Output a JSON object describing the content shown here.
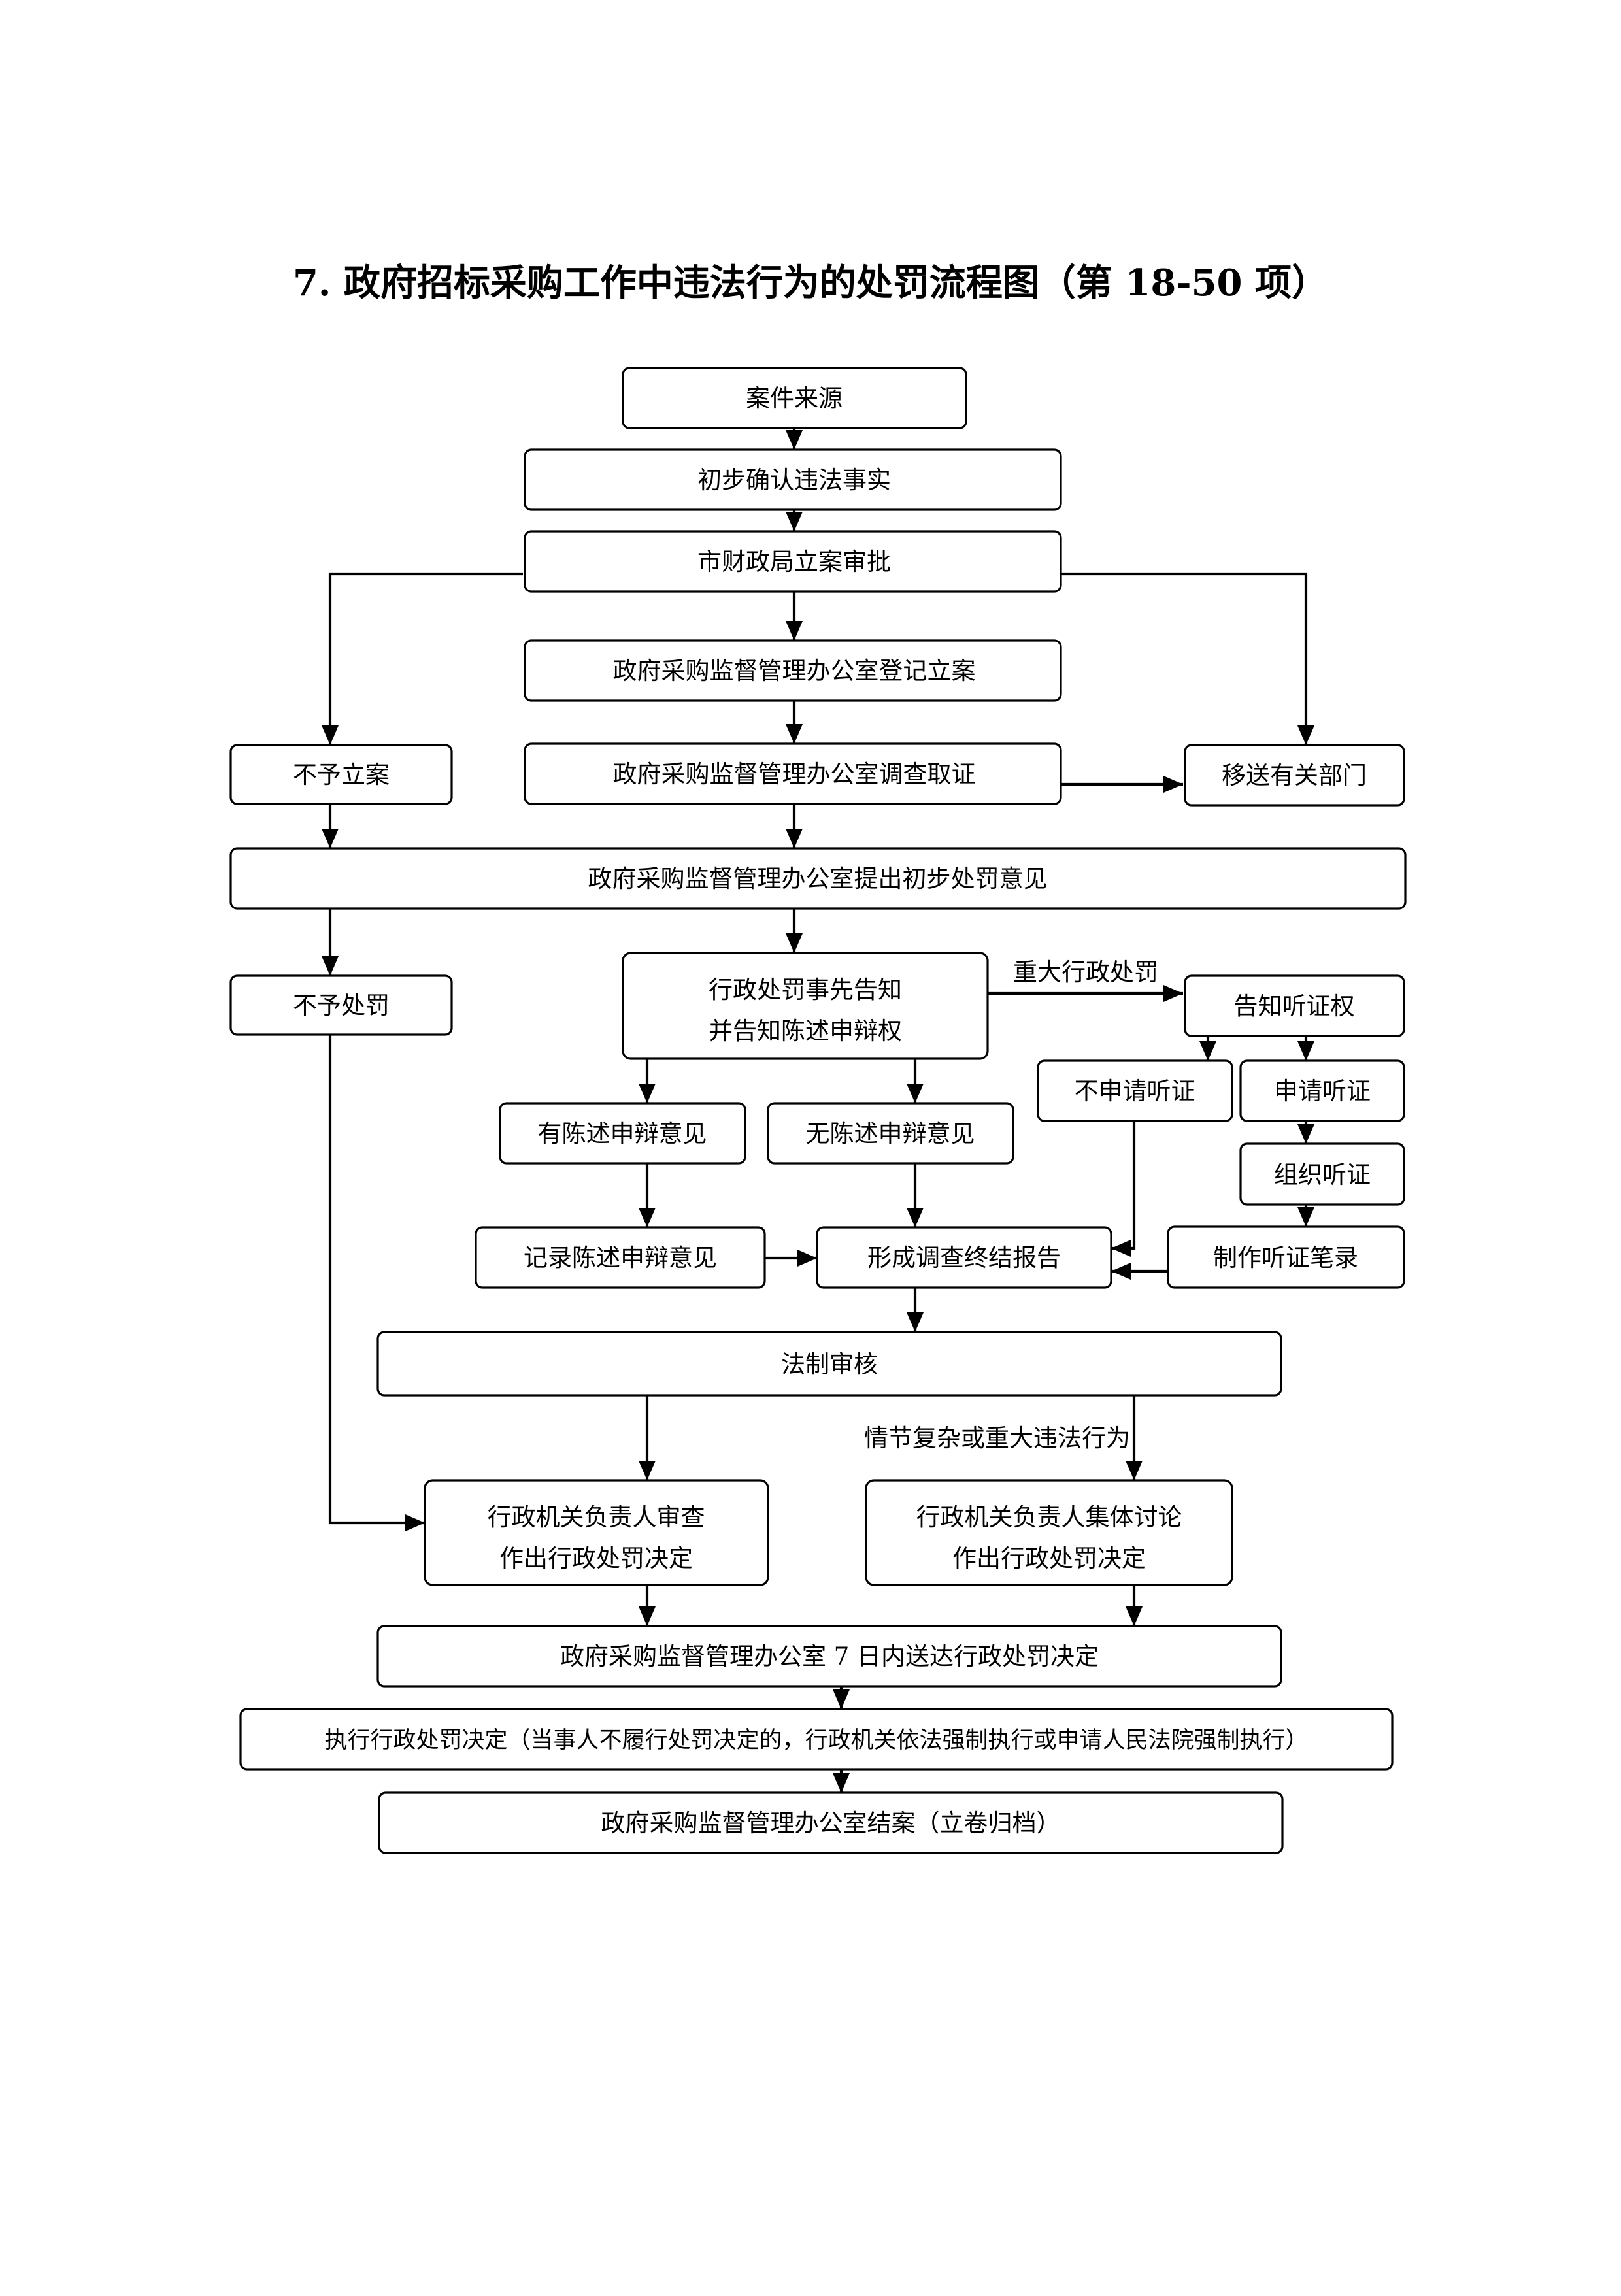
{
  "title": "7. 政府招标采购工作中违法行为的处罚流程图（第 18-50 项）",
  "nodes": {
    "case_source": "案件来源",
    "confirm_facts": "初步确认违法事实",
    "bureau_approval": "市财政局立案审批",
    "register_case": "政府采购监督管理办公室登记立案",
    "no_case": "不予立案",
    "investigate": "政府采购监督管理办公室调查取证",
    "transfer": "移送有关部门",
    "preliminary_opinion": "政府采购监督管理办公室提出初步处罚意见",
    "no_penalty": "不予处罚",
    "prior_notice": [
      "行政处罚事先告知",
      "并告知陈述申辩权"
    ],
    "notify_hearing": "告知听证权",
    "no_hearing_request": "不申请听证",
    "hearing_request": "申请听证",
    "has_statement": "有陈述申辩意见",
    "no_statement": "无陈述申辩意见",
    "organize_hearing": "组织听证",
    "record_statement": "记录陈述申辩意见",
    "final_report": "形成调查终结报告",
    "hearing_transcript": "制作听证笔录",
    "legal_review": "法制审核",
    "head_review": [
      "行政机关负责人审查",
      "作出行政处罚决定"
    ],
    "collective_review": [
      "行政机关负责人集体讨论",
      "作出行政处罚决定"
    ],
    "deliver_decision": "政府采购监督管理办公室 7 日内送达行政处罚决定",
    "execute_decision": "执行行政处罚决定（当事人不履行处罚决定的，行政机关依法强制执行或申请人民法院强制执行）",
    "close_case": "政府采购监督管理办公室结案（立卷归档）"
  },
  "edge_labels": {
    "major_penalty": "重大行政处罚",
    "complex_case": "情节复杂或重大违法行为"
  }
}
